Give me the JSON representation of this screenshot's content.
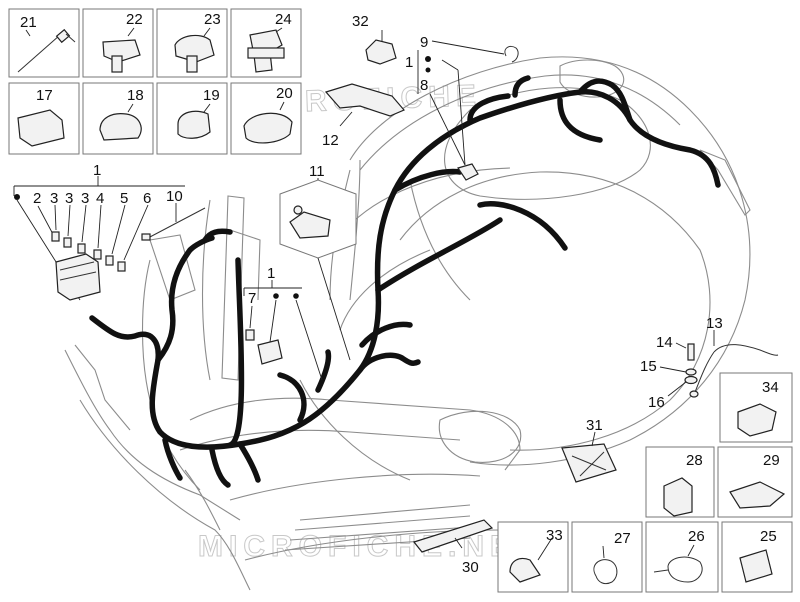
{
  "watermark": {
    "upper": "MICROFICHE",
    "lower": "MICROFICHE.NET"
  },
  "callouts": [
    {
      "id": "c21",
      "text": "21"
    },
    {
      "id": "c22",
      "text": "22"
    },
    {
      "id": "c23",
      "text": "23"
    },
    {
      "id": "c24",
      "text": "24"
    },
    {
      "id": "c17",
      "text": "17"
    },
    {
      "id": "c18",
      "text": "18"
    },
    {
      "id": "c19",
      "text": "19"
    },
    {
      "id": "c20",
      "text": "20"
    },
    {
      "id": "c32",
      "text": "32"
    },
    {
      "id": "c9",
      "text": "9"
    },
    {
      "id": "c1a",
      "text": "1"
    },
    {
      "id": "c8",
      "text": "8"
    },
    {
      "id": "c12",
      "text": "12"
    },
    {
      "id": "c1b",
      "text": "1"
    },
    {
      "id": "c2",
      "text": "2"
    },
    {
      "id": "c3a",
      "text": "3"
    },
    {
      "id": "c3b",
      "text": "3"
    },
    {
      "id": "c3c",
      "text": "3"
    },
    {
      "id": "c4",
      "text": "4"
    },
    {
      "id": "c5",
      "text": "5"
    },
    {
      "id": "c6",
      "text": "6"
    },
    {
      "id": "c10",
      "text": "10"
    },
    {
      "id": "c11",
      "text": "11"
    },
    {
      "id": "c1c",
      "text": "1"
    },
    {
      "id": "c7",
      "text": "7"
    },
    {
      "id": "c14",
      "text": "14"
    },
    {
      "id": "c13",
      "text": "13"
    },
    {
      "id": "c15",
      "text": "15"
    },
    {
      "id": "c16",
      "text": "16"
    },
    {
      "id": "c34",
      "text": "34"
    },
    {
      "id": "c31",
      "text": "31"
    },
    {
      "id": "c28",
      "text": "28"
    },
    {
      "id": "c29",
      "text": "29"
    },
    {
      "id": "c33",
      "text": "33"
    },
    {
      "id": "c27",
      "text": "27"
    },
    {
      "id": "c26",
      "text": "26"
    },
    {
      "id": "c25",
      "text": "25"
    },
    {
      "id": "c30",
      "text": "30"
    }
  ]
}
